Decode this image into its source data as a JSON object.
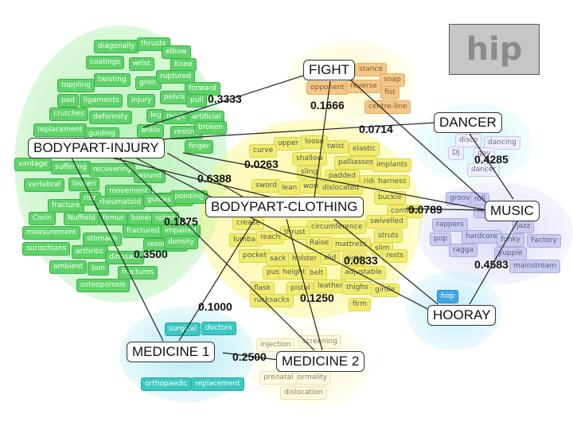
{
  "query_term": "hip",
  "nodes": {
    "fight": "FIGHT",
    "dancer": "DANCER",
    "bodypart_injury": "BODYPART-INJURY",
    "bodypart_clothing": "BODYPART-CLOTHING",
    "music": "MUSIC",
    "hooray": "HOORAY",
    "medicine_1": "MEDICINE 1",
    "medicine_2": "MEDICINE 2"
  },
  "weights": {
    "w1": "0.3333",
    "w2": "0.1666",
    "w3": "0.0714",
    "w4": "0.0263",
    "w5": "0.4285",
    "w6": "0.6388",
    "w7": "0.0789",
    "w8": "0.1875",
    "w9": "0.3500",
    "w10": "0.0833",
    "w11": "0.4583",
    "w12": "0.1000",
    "w13": "0.1250",
    "w14": "0.2500"
  },
  "clusters": {
    "injury_terms": [
      "diagonally",
      "thrusts",
      "elbow",
      "coatings",
      "wrist",
      "Knee",
      "twisting",
      "groin",
      "ruptured",
      "toppling",
      "forward",
      "pad",
      "ligaments",
      "injury",
      "pelvis",
      "pull",
      "crutches",
      "deformity",
      "leg",
      "thigh",
      "artificial",
      "replacement",
      "guiding",
      "ankle",
      "resting",
      "broken",
      "finger",
      "vantage",
      "suffering",
      "recovering",
      "wound",
      "vertebral",
      "loosen",
      "movement",
      "muscles",
      "pointing",
      "fracture",
      "ribs",
      "rheumatoid",
      "guides",
      "Corin",
      "Nuffield",
      "femur",
      "bones",
      "splint",
      "measurement",
      "stomach",
      "fractured",
      "impaired",
      "surischians",
      "arthritic",
      "dinosaur",
      "resorption",
      "density",
      "ambient",
      "bon",
      "fractures",
      "osteoporosis"
    ],
    "clothing_terms": [
      "upper",
      "loose",
      "curve",
      "twist",
      "elastic",
      "shallow",
      "palliasses",
      "implants",
      "sling",
      "padded",
      "ridge",
      "harness",
      "sword",
      "lean",
      "worn",
      "dislocated",
      "buckle",
      "comfort",
      "swivelled",
      "crease",
      "circumference",
      "struts",
      "lumbar",
      "reach",
      "thrust",
      "Raise",
      "mattress",
      "slim",
      "pocket",
      "sack",
      "holster",
      "slid",
      "tight",
      "rests",
      "pushchair",
      "height",
      "belt",
      "corset",
      "adjustable",
      "flask",
      "pistol",
      "leather",
      "thighs",
      "girdle",
      "rucksacks",
      "firm"
    ],
    "fight_terms": [
      "stance",
      "snap",
      "opponent",
      "reverse",
      "fist",
      "centre-line"
    ],
    "dancer_terms": [
      "disco",
      "dancing",
      "DJ",
      "gay",
      "dancer"
    ],
    "music_terms": [
      "groove",
      "roll",
      "reggae",
      "rappers",
      "pop",
      "hardcore",
      "funky",
      "Factory",
      "ragga",
      "yuppie",
      "mainstream",
      "jazz"
    ],
    "hooray_terms": [
      "hop"
    ],
    "medicine1_terms": [
      "surgical",
      "doctors",
      "orthopaedic",
      "replacement"
    ],
    "medicine2_terms": [
      "injection",
      "screening",
      "abnormality",
      "dislocation",
      "prenatal"
    ]
  },
  "colors": {
    "injury": "#5fd36a",
    "clothing": "#f1ec6f",
    "fight": "#f4c788",
    "music": "#c9cbef",
    "medicine": "#3cc8c2",
    "hooray": "#48a6e0"
  }
}
